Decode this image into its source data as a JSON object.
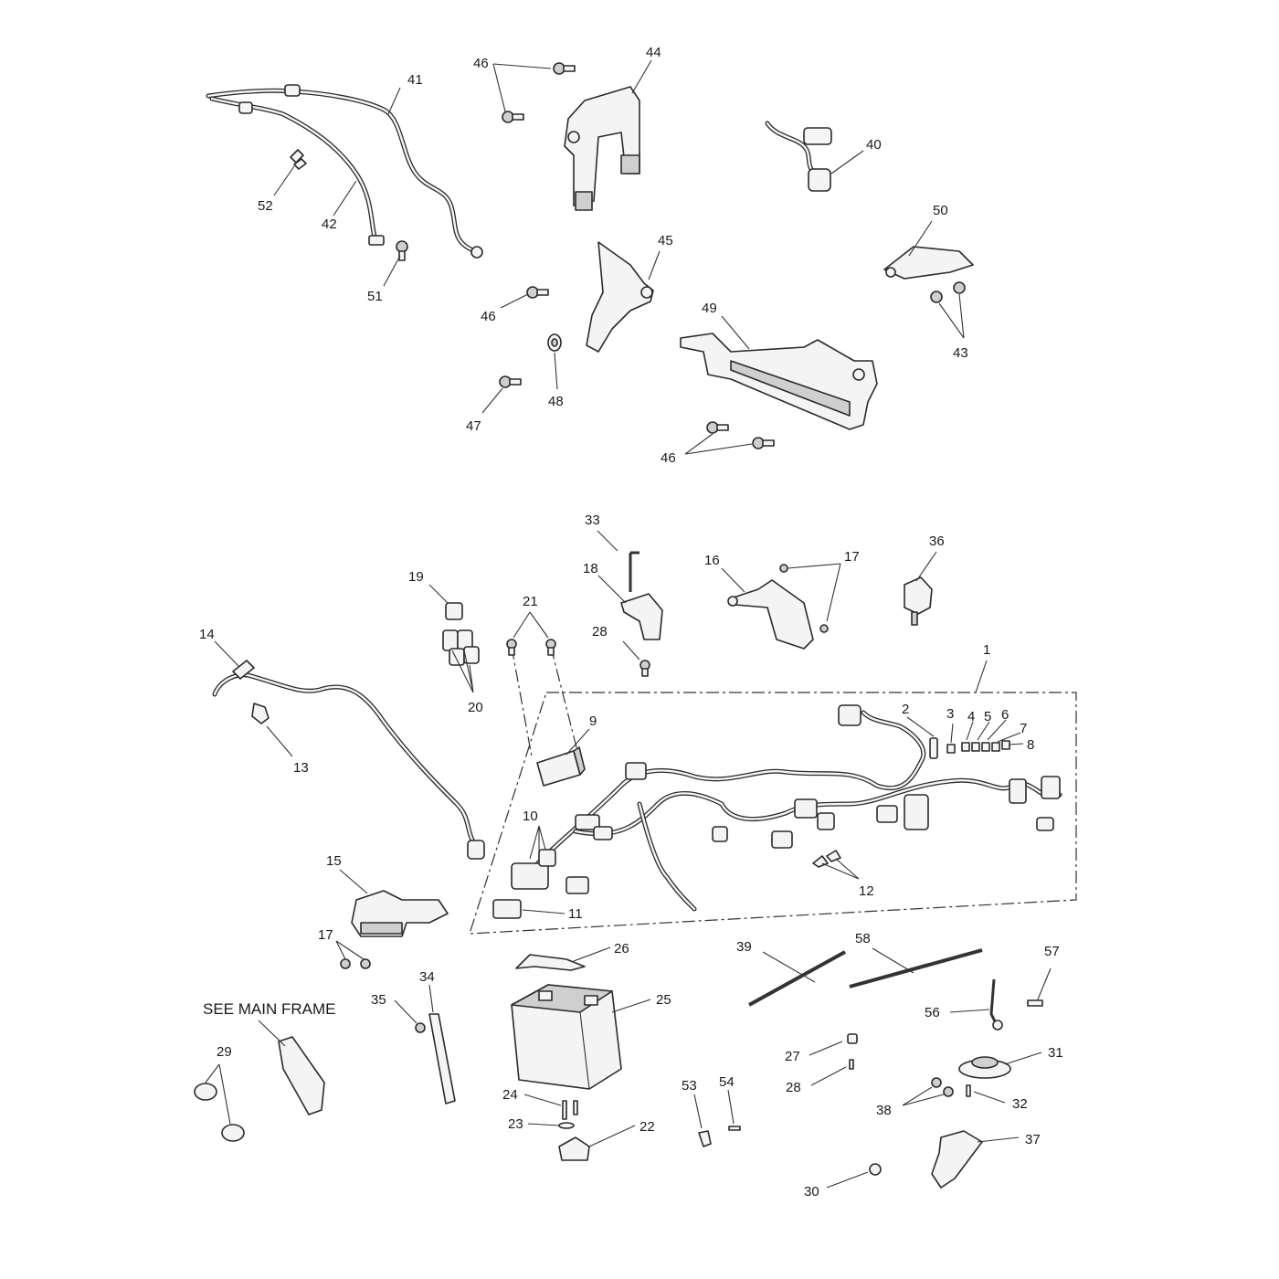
{
  "labels": {
    "p1": "1",
    "p2": "2",
    "p3": "3",
    "p4": "4",
    "p5": "5",
    "p6": "6",
    "p7": "7",
    "p8": "8",
    "p9": "9",
    "p10": "10",
    "p11": "11",
    "p12": "12",
    "p13": "13",
    "p14": "14",
    "p15": "15",
    "p16": "16",
    "p17a": "17",
    "p17b": "17",
    "p18": "18",
    "p19": "19",
    "p20": "20",
    "p21": "21",
    "p22": "22",
    "p23": "23",
    "p24": "24",
    "p25": "25",
    "p26": "26",
    "p27": "27",
    "p28a": "28",
    "p28b": "28",
    "p29": "29",
    "p30": "30",
    "p31": "31",
    "p32": "32",
    "p33": "33",
    "p34": "34",
    "p35": "35",
    "p36": "36",
    "p37": "37",
    "p38": "38",
    "p39": "39",
    "p40": "40",
    "p41": "41",
    "p42": "42",
    "p43": "43",
    "p44": "44",
    "p45": "45",
    "p46a": "46",
    "p46b": "46",
    "p46c": "46",
    "p47": "47",
    "p48": "48",
    "p49": "49",
    "p50": "50",
    "p51": "51",
    "p52": "52",
    "p53": "53",
    "p54": "54",
    "p56": "56",
    "p57": "57",
    "p58": "58"
  },
  "note": "SEE MAIN FRAME"
}
